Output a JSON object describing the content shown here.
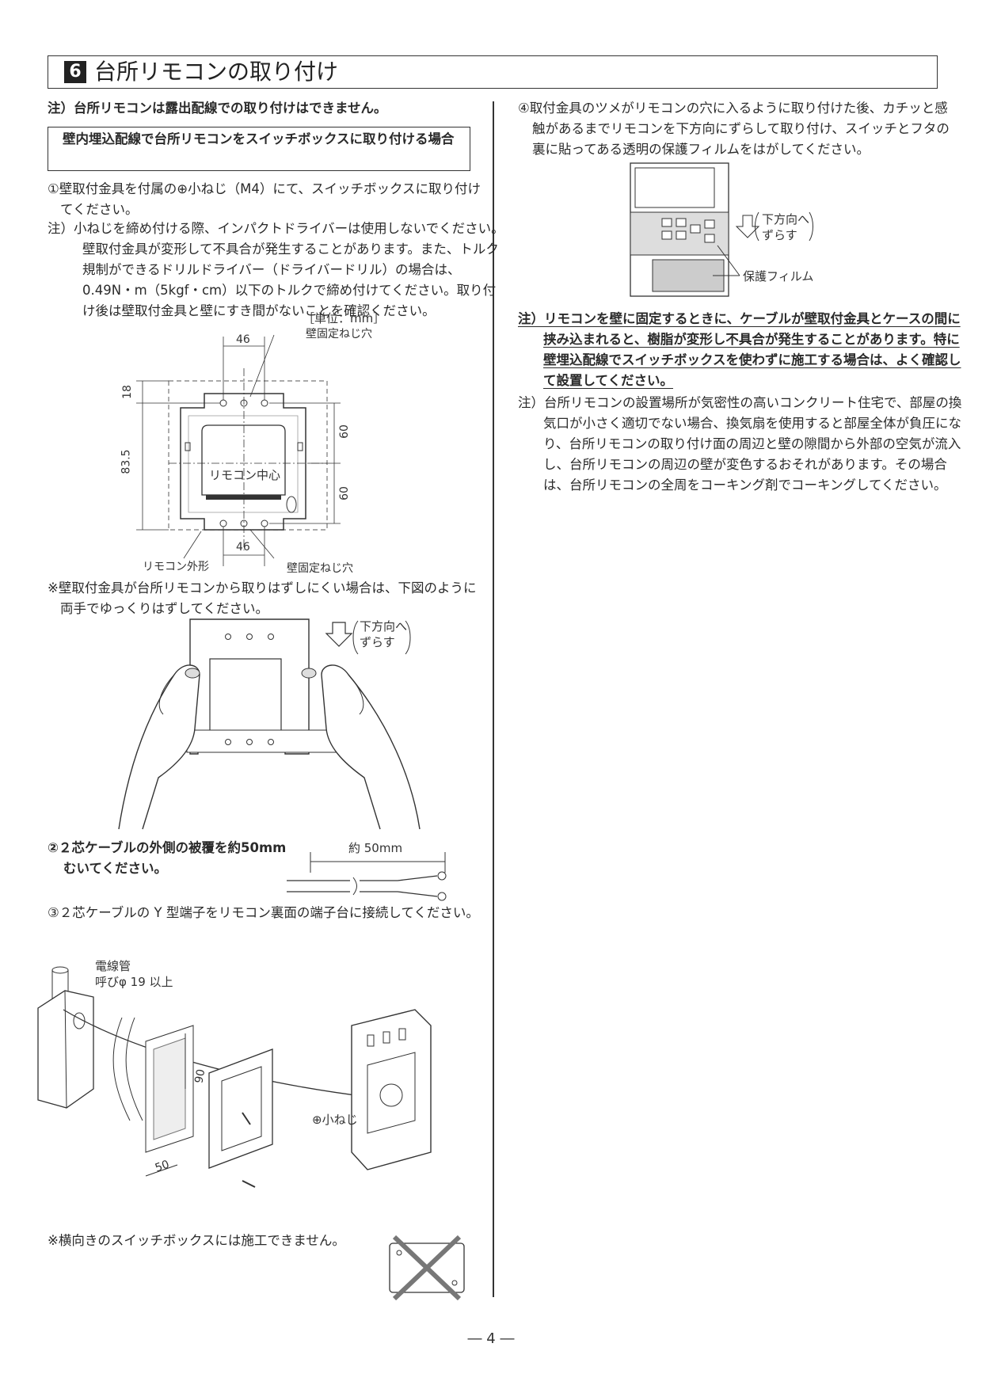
{
  "header": {
    "section_number": "6",
    "title": "台所リモコンの取り付け"
  },
  "left": {
    "note1": "注）台所リモコンは露出配線での取り付けはできません。",
    "box_title": "壁内埋込配線で台所リモコンをスイッチボックスに取り付ける場合",
    "step1": "①壁取付金具を付属の⊕小ねじ（M4）にて、スイッチボックスに取り付けてください。",
    "step1_note": "注）小ねじを締め付ける際、インパクトドライバーは使用しないでください。壁取付金具が変形して不具合が発生することがあります。また、トルク規制ができるドリルドライバー（ドライバードリル）の場合は、0.49N・m（5kgf・cm）以下のトルクで締め付けてください。取り付け後は壁取付金具と壁にすき間がないことを確認ください。",
    "diagram1": {
      "unit": "［単位：mm］",
      "dim_top": "46",
      "dim_bottom": "46",
      "dim_18": "18",
      "dim_83_5": "83.5",
      "dim_60a": "60",
      "dim_60b": "60",
      "center_label": "リモコン中心",
      "screw_hole_top": "壁固定ねじ穴",
      "screw_hole_bottom": "壁固定ねじ穴",
      "outline_label": "リモコン外形"
    },
    "remove_note": "※壁取付金具が台所リモコンから取りはずしにくい場合は、下図のように両手でゆっくりはずしてください。",
    "slide_label_1": "下方向へ",
    "slide_label_2": "ずらす",
    "step2": "②２芯ケーブルの外側の被覆を約50mm むいてください。",
    "cable_len": "約 50mm",
    "step3": "③２芯ケーブルの Y 型端子をリモコン裏面の端子台に接続してください。",
    "conduit_label_1": "電線管",
    "conduit_label_2": "呼びφ 19 以上",
    "screw_label": "⊕小ねじ",
    "dim_90": "90",
    "dim_50": "50",
    "horizontal_note": "※横向きのスイッチボックスには施工できません。"
  },
  "right": {
    "step4": "④取付金具のツメがリモコンの穴に入るように取り付けた後、カチッと感触があるまでリモコンを下方向にずらして取り付け、スイッチとフタの裏に貼ってある透明の保護フィルムをはがしてください。",
    "slide_label_1": "下方向へ",
    "slide_label_2": "ずらす",
    "film_label": "保護フィルム",
    "warn_note": "注）リモコンを壁に固定するときに、ケーブルが壁取付金具とケースの間に挟み込まれると、樹脂が変形し不具合が発生することがあります。特に壁埋込配線でスイッチボックスを使わずに施工する場合は、よく確認して設置してください。",
    "note_airtight": "注）台所リモコンの設置場所が気密性の高いコンクリート住宅で、部屋の換気口が小さく適切でない場合、換気扇を使用すると部屋全体が負圧になり、台所リモコンの取り付け面の周辺と壁の隙間から外部の空気が流入し、台所リモコンの周辺の壁が変色するおそれがあります。その場合は、台所リモコンの全周をコーキング剤でコーキングしてください。"
  },
  "footer": {
    "page": "― 4 ―"
  }
}
